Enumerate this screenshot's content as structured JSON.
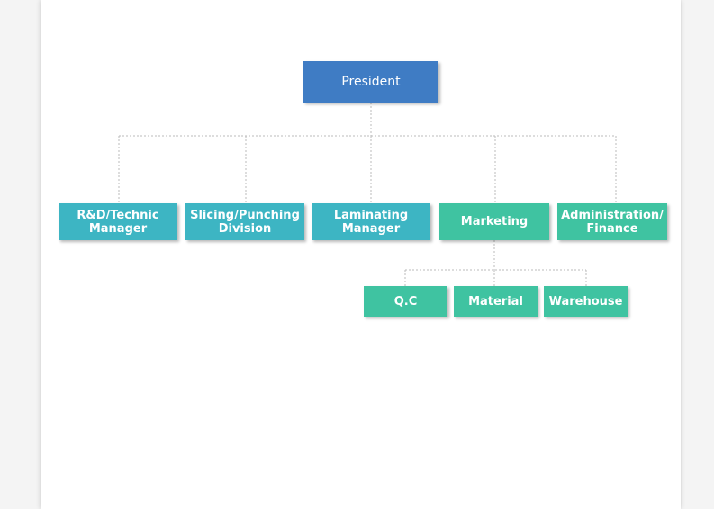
{
  "org_chart": {
    "president": {
      "label": "President",
      "color": "#3f7cc4"
    },
    "departments": [
      {
        "id": "rnd",
        "label": "R&D/Technic\nManager",
        "color": "#3db5c3"
      },
      {
        "id": "slicing",
        "label": "Slicing/Punching\nDivision",
        "color": "#3db5c3"
      },
      {
        "id": "laminating",
        "label": "Laminating\nManager",
        "color": "#3db5c3"
      },
      {
        "id": "marketing",
        "label": "Marketing",
        "color": "#3fc3a1"
      },
      {
        "id": "admin",
        "label": "Administration/\nFinance",
        "color": "#3fc3a1"
      }
    ],
    "marketing_children": [
      {
        "id": "qc",
        "label": "Q.C",
        "color": "#3fc3a1"
      },
      {
        "id": "material",
        "label": "Material",
        "color": "#3fc3a1"
      },
      {
        "id": "warehouse",
        "label": "Warehouse",
        "color": "#3fc3a1"
      }
    ],
    "connector_color": "#bbbbbb"
  }
}
